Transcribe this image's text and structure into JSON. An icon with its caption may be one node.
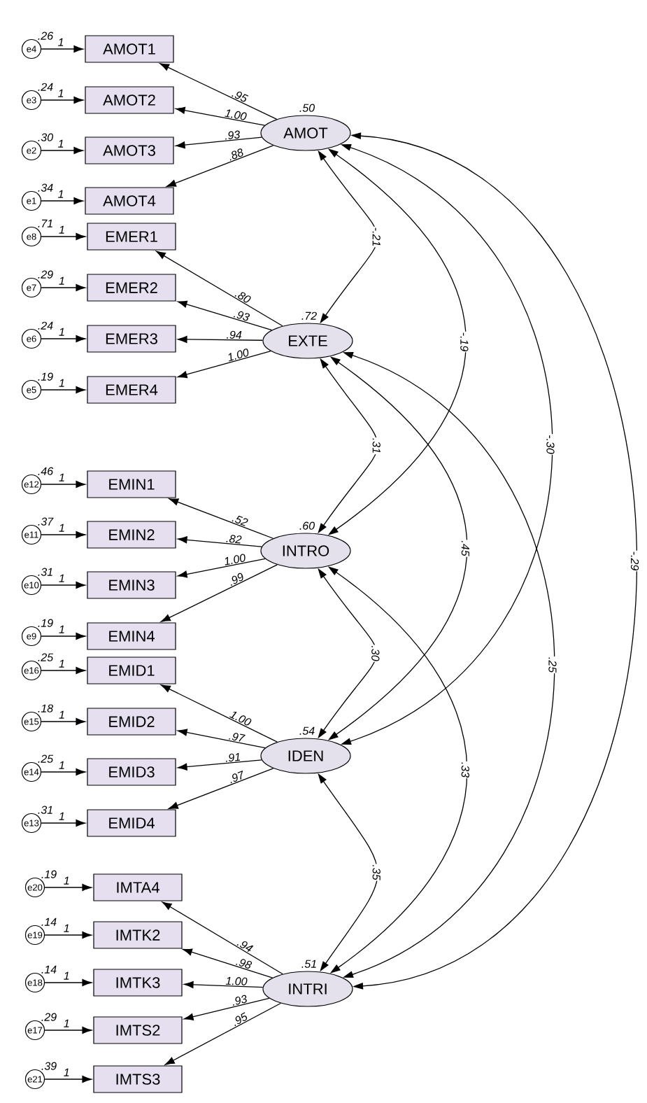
{
  "diagram": {
    "nodes": [
      {
        "text": [
          "e4"
        ],
        "beside": [
          ".26"
        ]
      },
      {
        "text": [
          "AMOT1"
        ]
      },
      {
        "text": [
          "e3"
        ],
        "beside": [
          ".24"
        ]
      },
      {
        "text": [
          "AMOT2"
        ]
      },
      {
        "text": [
          "e2"
        ],
        "beside": [
          ".30"
        ]
      },
      {
        "text": [
          "AMOT3"
        ]
      },
      {
        "text": [
          "e1"
        ],
        "beside": [
          ".34"
        ]
      },
      {
        "text": [
          "AMOT4"
        ]
      },
      {
        "text": [
          "AMOT"
        ],
        "beside": [
          ".50"
        ]
      },
      {
        "text": [
          "e8"
        ],
        "beside": [
          ".71"
        ]
      },
      {
        "text": [
          "EMER1"
        ]
      },
      {
        "text": [
          "e7"
        ],
        "beside": [
          ".29"
        ]
      },
      {
        "text": [
          "EMER2"
        ]
      },
      {
        "text": [
          "e6"
        ],
        "beside": [
          ".24"
        ]
      },
      {
        "text": [
          "EMER3"
        ]
      },
      {
        "text": [
          "e5"
        ],
        "beside": [
          ".19"
        ]
      },
      {
        "text": [
          "EMER4"
        ]
      },
      {
        "text": [
          "EXTE"
        ],
        "beside": [
          ".72"
        ]
      },
      {
        "text": [
          "e12"
        ],
        "beside": [
          ".46"
        ]
      },
      {
        "text": [
          "EMIN1"
        ]
      },
      {
        "text": [
          "e11"
        ],
        "beside": [
          ".37"
        ]
      },
      {
        "text": [
          "EMIN2"
        ]
      },
      {
        "text": [
          "e10"
        ],
        "beside": [
          ".31"
        ]
      },
      {
        "text": [
          "EMIN3"
        ]
      },
      {
        "text": [
          "e9"
        ],
        "beside": [
          ".19"
        ]
      },
      {
        "text": [
          "EMIN4"
        ]
      },
      {
        "text": [
          "INTRO"
        ],
        "beside": [
          ".60"
        ]
      },
      {
        "text": [
          "e16"
        ],
        "beside": [
          ".25"
        ]
      },
      {
        "text": [
          "EMID1"
        ]
      },
      {
        "text": [
          "e15"
        ],
        "beside": [
          ".18"
        ]
      },
      {
        "text": [
          "EMID2"
        ]
      },
      {
        "text": [
          "e14"
        ],
        "beside": [
          ".25"
        ]
      },
      {
        "text": [
          "EMID3"
        ]
      },
      {
        "text": [
          "e13"
        ],
        "beside": [
          ".31"
        ]
      },
      {
        "text": [
          "EMID4"
        ]
      },
      {
        "text": [
          "IDEN"
        ],
        "beside": [
          ".54"
        ]
      },
      {
        "text": [
          "e20"
        ],
        "beside": [
          ".19"
        ]
      },
      {
        "text": [
          "IMTA4"
        ]
      },
      {
        "text": [
          "e19"
        ],
        "beside": [
          ".14"
        ]
      },
      {
        "text": [
          "IMTK2"
        ]
      },
      {
        "text": [
          "e18"
        ],
        "beside": [
          ".14"
        ]
      },
      {
        "text": [
          "IMTK3"
        ]
      },
      {
        "text": [
          "e17"
        ],
        "beside": [
          ".29"
        ]
      },
      {
        "text": [
          "IMTS2"
        ]
      },
      {
        "text": [
          "e21"
        ],
        "beside": [
          ".39"
        ]
      },
      {
        "text": [
          "IMTS3"
        ]
      },
      {
        "text": [
          "INTRI"
        ],
        "beside": [
          ".51"
        ]
      }
    ],
    "edges": [
      {
        "from": 0,
        "to": 1,
        "arrow": "to",
        "label": "1"
      },
      {
        "from": 2,
        "to": 3,
        "arrow": "to",
        "label": "1"
      },
      {
        "from": 4,
        "to": 5,
        "arrow": "to",
        "label": "1"
      },
      {
        "from": 6,
        "to": 7,
        "arrow": "to",
        "label": "1"
      },
      {
        "from": 8,
        "to": 1,
        "arrow": "to",
        "label": ".95"
      },
      {
        "from": 8,
        "to": 3,
        "arrow": "to",
        "label": "1.00"
      },
      {
        "from": 8,
        "to": 5,
        "arrow": "to",
        "label": ".93"
      },
      {
        "from": 8,
        "to": 7,
        "arrow": "to",
        "label": ".88"
      },
      {
        "from": 9,
        "to": 10,
        "arrow": "to",
        "label": "1"
      },
      {
        "from": 11,
        "to": 12,
        "arrow": "to",
        "label": "1"
      },
      {
        "from": 13,
        "to": 14,
        "arrow": "to",
        "label": "1"
      },
      {
        "from": 15,
        "to": 16,
        "arrow": "to",
        "label": "1"
      },
      {
        "from": 17,
        "to": 10,
        "arrow": "to",
        "label": ".80"
      },
      {
        "from": 17,
        "to": 12,
        "arrow": "to",
        "label": ".93"
      },
      {
        "from": 17,
        "to": 14,
        "arrow": "to",
        "label": ".94"
      },
      {
        "from": 17,
        "to": 16,
        "arrow": "to",
        "label": "1.00"
      },
      {
        "from": 18,
        "to": 19,
        "arrow": "to",
        "label": "1"
      },
      {
        "from": 20,
        "to": 21,
        "arrow": "to",
        "label": "1"
      },
      {
        "from": 22,
        "to": 23,
        "arrow": "to",
        "label": "1"
      },
      {
        "from": 24,
        "to": 25,
        "arrow": "to",
        "label": "1"
      },
      {
        "from": 26,
        "to": 19,
        "arrow": "to",
        "label": ".52"
      },
      {
        "from": 26,
        "to": 21,
        "arrow": "to",
        "label": ".82"
      },
      {
        "from": 26,
        "to": 23,
        "arrow": "to",
        "label": "1.00"
      },
      {
        "from": 26,
        "to": 25,
        "arrow": "to",
        "label": ".99"
      },
      {
        "from": 27,
        "to": 28,
        "arrow": "to",
        "label": "1"
      },
      {
        "from": 29,
        "to": 30,
        "arrow": "to",
        "label": "1"
      },
      {
        "from": 31,
        "to": 32,
        "arrow": "to",
        "label": "1"
      },
      {
        "from": 33,
        "to": 34,
        "arrow": "to",
        "label": "1"
      },
      {
        "from": 35,
        "to": 28,
        "arrow": "to",
        "label": "1.00"
      },
      {
        "from": 35,
        "to": 30,
        "arrow": "to",
        "label": ".97"
      },
      {
        "from": 35,
        "to": 32,
        "arrow": "to",
        "label": ".91"
      },
      {
        "from": 35,
        "to": 34,
        "arrow": "to",
        "label": ".97"
      },
      {
        "from": 36,
        "to": 37,
        "arrow": "to",
        "label": "1"
      },
      {
        "from": 38,
        "to": 39,
        "arrow": "to",
        "label": "1"
      },
      {
        "from": 40,
        "to": 41,
        "arrow": "to",
        "label": "1"
      },
      {
        "from": 42,
        "to": 43,
        "arrow": "to",
        "label": "1"
      },
      {
        "from": 44,
        "to": 45,
        "arrow": "to",
        "label": "1"
      },
      {
        "from": 46,
        "to": 37,
        "arrow": "to",
        "label": ".94"
      },
      {
        "from": 46,
        "to": 39,
        "arrow": "to",
        "label": ".98"
      },
      {
        "from": 46,
        "to": 41,
        "arrow": "to",
        "label": "1.00"
      },
      {
        "from": 46,
        "to": 43,
        "arrow": "to",
        "label": ".93"
      },
      {
        "from": 46,
        "to": 45,
        "arrow": "to",
        "label": ".95"
      },
      {
        "from": 8,
        "to": 17,
        "arrow": "both",
        "label": "-.21"
      },
      {
        "from": 8,
        "to": 26,
        "arrow": "both",
        "label": "-.19"
      },
      {
        "from": 8,
        "to": 35,
        "arrow": "both",
        "label": "-.30"
      },
      {
        "from": 8,
        "to": 46,
        "arrow": "both",
        "label": "-.29"
      },
      {
        "from": 17,
        "to": 26,
        "arrow": "both",
        "label": ".31"
      },
      {
        "from": 17,
        "to": 35,
        "arrow": "both",
        "label": ".45"
      },
      {
        "from": 17,
        "to": 46,
        "arrow": "both",
        "label": ".25"
      },
      {
        "from": 26,
        "to": 35,
        "arrow": "both",
        "label": ".30"
      },
      {
        "from": 26,
        "to": 46,
        "arrow": "both",
        "label": ".33"
      },
      {
        "from": 35,
        "to": 46,
        "arrow": "both",
        "label": ".35"
      }
    ]
  }
}
